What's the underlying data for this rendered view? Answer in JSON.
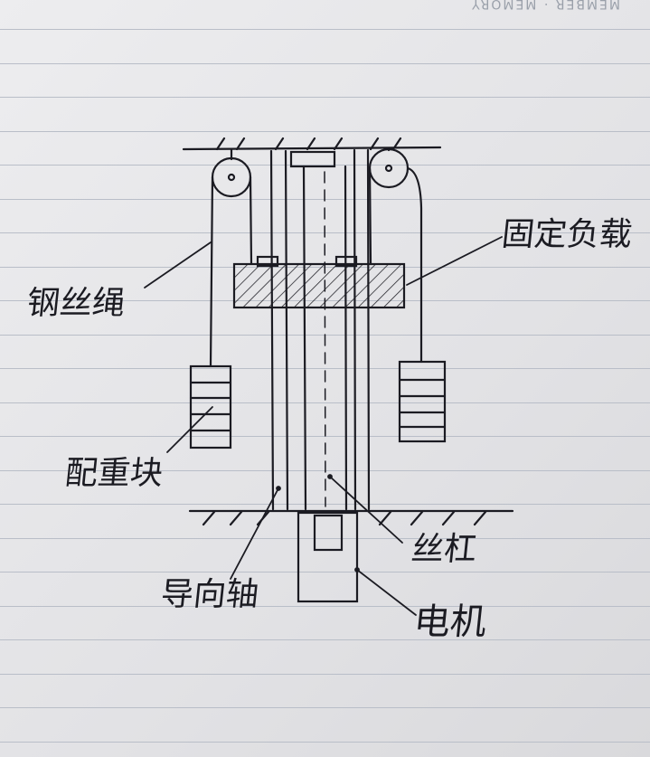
{
  "header": {
    "brand": "MEMBER · MEMORY"
  },
  "labels": {
    "wire_rope": "钢丝绳",
    "fixed_load": "固定负载",
    "counterweight": "配重块",
    "guide_shaft": "导向轴",
    "lead_screw": "丝杠",
    "motor": "电机"
  },
  "colors": {
    "ink": "#1b1b22",
    "paper": "#e6e6e8",
    "rule": "#b9bec8"
  }
}
